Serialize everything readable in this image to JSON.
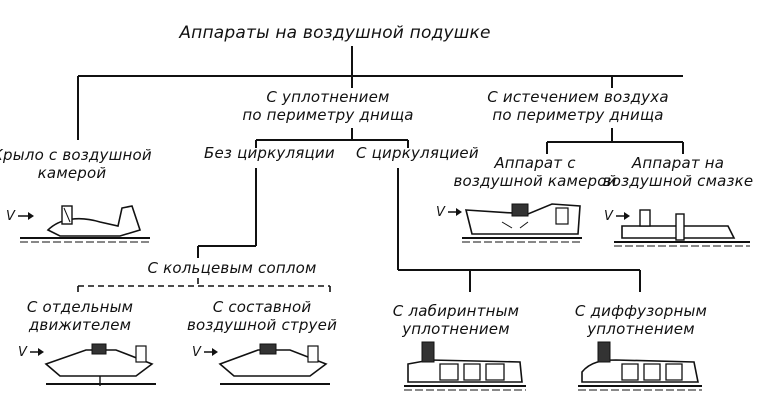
{
  "title": "Аппараты на воздушной подушке",
  "nodes": {
    "wing_chamber": [
      "Крыло с воздушной",
      "камерой"
    ],
    "perimeter_seal": [
      "С уплотнением",
      "по периметру днища"
    ],
    "perimeter_outflow": [
      "С истечением воздуха",
      "по периметру днища"
    ],
    "no_circulation": "Без циркуляции",
    "circulation": "С циркуляцией",
    "air_chamber_craft": [
      "Аппарат с",
      "воздушной камерой"
    ],
    "air_lubrication_craft": [
      "Аппарат на",
      "воздушной смазке"
    ],
    "annular_nozzle": "С кольцевым соплом",
    "separate_engine": [
      "С отдельным",
      "движителем"
    ],
    "composite_jet": [
      "С составной",
      "воздушной струей"
    ],
    "labyrinth_seal": [
      "С лабиринтным",
      "уплотнением"
    ],
    "diffuser_seal": [
      "С диффузорным",
      "уплотнением"
    ]
  },
  "velocity_label": "V"
}
